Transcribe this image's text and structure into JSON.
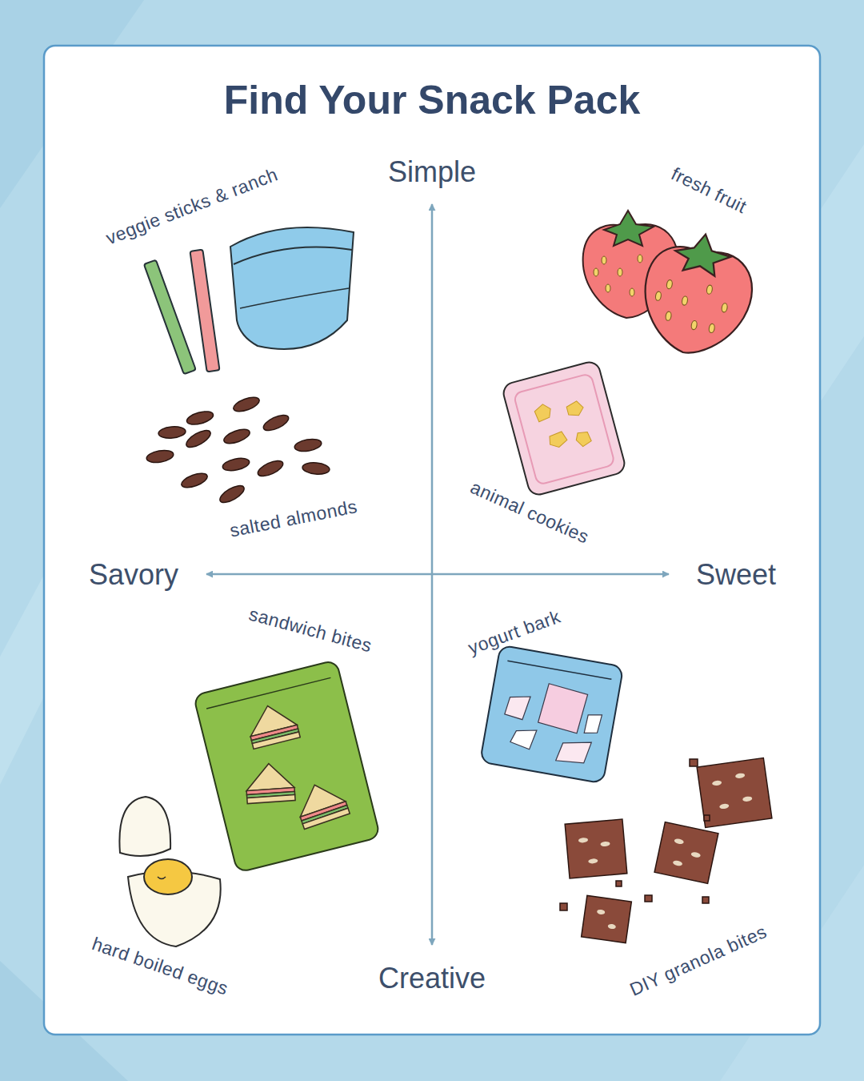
{
  "diagram": {
    "title": "Find Your Snack Pack",
    "labels": [
      "Simple",
      "veggie sticks & ranch",
      "fresh fruit",
      "salted almonds",
      "animal cookies",
      "Savory",
      "Sweet",
      "sandwich bites",
      "yogurt bark",
      "hard boiled eggs",
      "Creative",
      "DIY granola bites"
    ]
  }
}
